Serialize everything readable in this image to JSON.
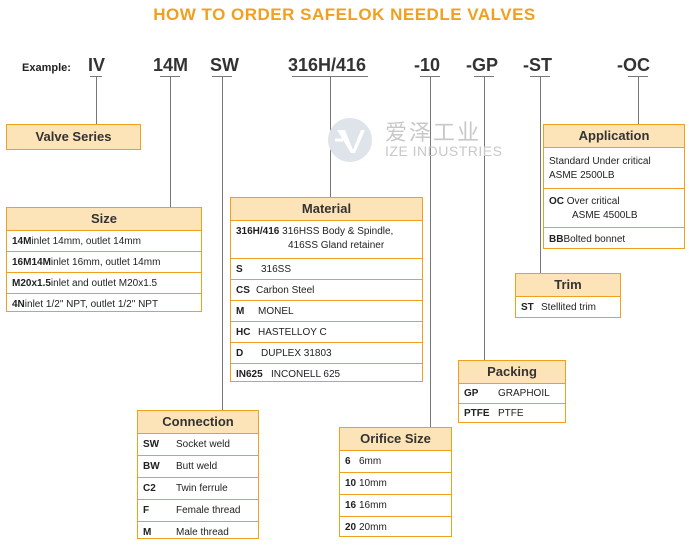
{
  "title": "HOW TO ORDER SAFELOK NEEDLE VALVES",
  "example_label": "Example:",
  "codes": [
    "IV",
    "14M",
    "SW",
    "316H/416",
    "-10",
    "-GP",
    "-ST",
    "-OC"
  ],
  "watermark": {
    "cn": "爱泽工业",
    "en": "IZE INDUSTRIES"
  },
  "valve_series": {
    "header": "Valve Series"
  },
  "size": {
    "header": "Size",
    "rows": [
      {
        "code": "14M",
        "desc": " inlet 14mm, outlet 14mm"
      },
      {
        "code": "16M14M",
        "desc": " inlet 16mm, outlet 14mm"
      },
      {
        "code": "M20x1.5",
        "desc": " inlet and outlet M20x1.5"
      },
      {
        "code": "4N",
        "desc": " inlet 1/2\" NPT, outlet 1/2\" NPT"
      }
    ]
  },
  "material": {
    "header": "Material",
    "rows": [
      {
        "code": "316H/416",
        "desc": " 316HSS Body & Spindle,",
        "desc2": "416SS Gland retainer"
      },
      {
        "code": "S",
        "desc": "316SS"
      },
      {
        "code": "CS",
        "desc": "Carbon Steel"
      },
      {
        "code": "M",
        "desc": "MONEL"
      },
      {
        "code": "HC",
        "desc": "HASTELLOY C"
      },
      {
        "code": "D",
        "desc": "DUPLEX 31803"
      },
      {
        "code": "IN625",
        "desc": "INCONELL 625"
      }
    ]
  },
  "connection": {
    "header": "Connection",
    "rows": [
      {
        "code": "SW",
        "desc": "Socket weld"
      },
      {
        "code": "BW",
        "desc": "Butt weld"
      },
      {
        "code": "C2",
        "desc": "Twin ferrule"
      },
      {
        "code": "F",
        "desc": "Female thread"
      },
      {
        "code": "M",
        "desc": "Male thread"
      }
    ]
  },
  "orifice": {
    "header": "Orifice Size",
    "rows": [
      {
        "code": "6",
        "desc": "6mm"
      },
      {
        "code": "10",
        "desc": "10mm"
      },
      {
        "code": "16",
        "desc": "16mm"
      },
      {
        "code": "20",
        "desc": "20mm"
      }
    ]
  },
  "packing": {
    "header": "Packing",
    "rows": [
      {
        "code": "GP",
        "desc": "GRAPHOIL"
      },
      {
        "code": "PTFE",
        "desc": "PTFE"
      }
    ]
  },
  "trim": {
    "header": "Trim",
    "rows": [
      {
        "code": "ST",
        "desc": "Stellited trim"
      }
    ]
  },
  "application": {
    "header": "Application",
    "rows": [
      {
        "desc": "Standard Under critical",
        "desc2": "ASME 2500LB"
      },
      {
        "code": "OC",
        "desc": " Over critical",
        "desc2": "ASME 4500LB"
      },
      {
        "code": "BB",
        "desc": " Bolted bonnet"
      }
    ]
  },
  "colors": {
    "accent": "#f0a020",
    "header_fill": "#fde3b8",
    "title": "#f0a020"
  }
}
